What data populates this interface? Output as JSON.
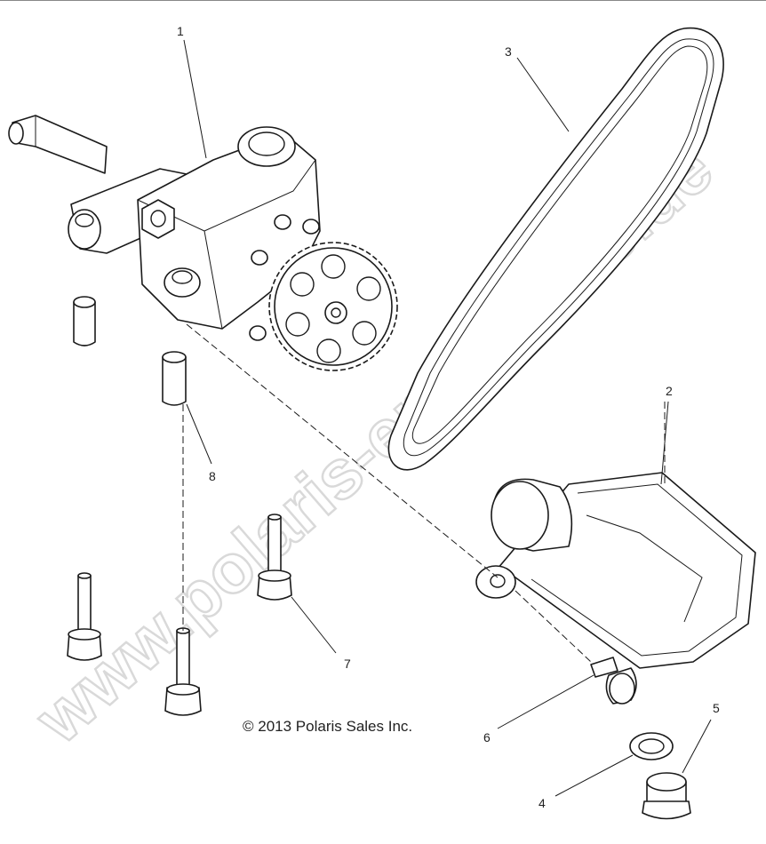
{
  "diagram": {
    "copyright": "© 2013 Polaris Sales Inc.",
    "watermark": "www.polaris-ersatzteile.de",
    "callouts": [
      {
        "id": "1",
        "text": "1"
      },
      {
        "id": "2",
        "text": "2"
      },
      {
        "id": "3",
        "text": "3"
      },
      {
        "id": "4",
        "text": "4"
      },
      {
        "id": "5",
        "text": "5"
      },
      {
        "id": "6",
        "text": "6"
      },
      {
        "id": "7",
        "text": "7"
      },
      {
        "id": "8",
        "text": "8"
      }
    ]
  }
}
